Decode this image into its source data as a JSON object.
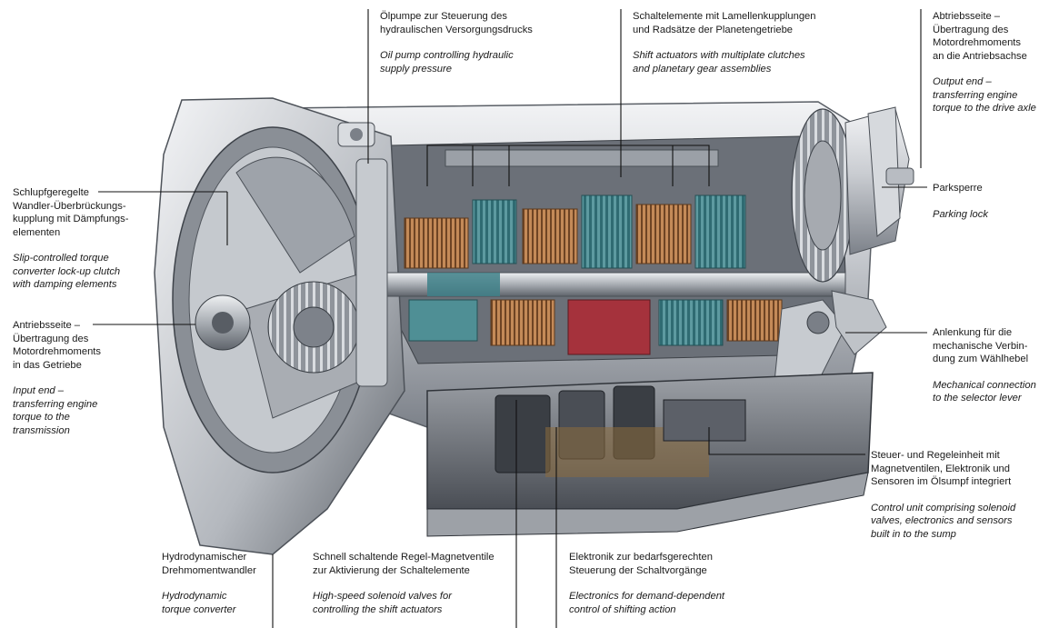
{
  "labels": {
    "oil_pump": {
      "de": "Ölpumpe zur Steuerung des\nhydraulischen Versorgungsdrucks",
      "en": "Oil pump controlling hydraulic\nsupply pressure"
    },
    "shift_actuators": {
      "de": "Schaltelemente mit Lamellenkupplungen\nund Radsätze der Planetengetriebe",
      "en": "Shift actuators with multiplate clutches\nand planetary gear assemblies"
    },
    "output_end": {
      "de": "Abtriebsseite –\nÜbertragung des\nMotordrehmoments\nan die Antriebsachse",
      "en": "Output end –\ntransferring engine\ntorque to the drive axle"
    },
    "lockup_clutch": {
      "de": "Schlupfgeregelte\nWandler-Überbrückungs-\nkupplung mit Dämpfungs-\nelementen",
      "en": "Slip-controlled torque\nconverter lock-up clutch\nwith damping elements"
    },
    "parking_lock": {
      "de": "Parksperre",
      "en": "Parking lock"
    },
    "input_end": {
      "de": "Antriebsseite –\nÜbertragung des\nMotordrehmoments\nin das Getriebe",
      "en": "Input end –\ntransferring engine\ntorque to the\ntransmission"
    },
    "selector_linkage": {
      "de": "Anlenkung für die\nmechanische Verbin-\ndung zum Wählhebel",
      "en": "Mechanical connection\nto the selector lever"
    },
    "control_unit": {
      "de": "Steuer- und Regeleinheit mit\nMagnetventilen, Elektronik und\nSensoren im Ölsumpf integriert",
      "en": "Control unit comprising solenoid\nvalves, electronics and sensors\nbuilt in to the sump"
    },
    "torque_converter": {
      "de": "Hydrodynamischer\nDrehmomentwandler",
      "en": "Hydrodynamic\ntorque converter"
    },
    "solenoid_valves": {
      "de": "Schnell schaltende Regel-Magnetventile\nzur Aktivierung der Schaltelemente",
      "en": "High-speed solenoid valves for\ncontrolling the shift actuators"
    },
    "electronics": {
      "de": "Elektronik zur bedarfsgerechten\nSteuerung der Schaltvorgänge",
      "en": "Electronics for demand-dependent\ncontrol of shifting action"
    }
  },
  "colors": {
    "housing_light": "#e4e6e9",
    "housing_mid": "#b9bdc3",
    "housing_dark": "#6f747b",
    "gear_teal": "#4f8f95",
    "clutch_copper": "#b07a4e",
    "component_red": "#a5323c",
    "sump_dark": "#33373d",
    "leader": "#111111"
  }
}
